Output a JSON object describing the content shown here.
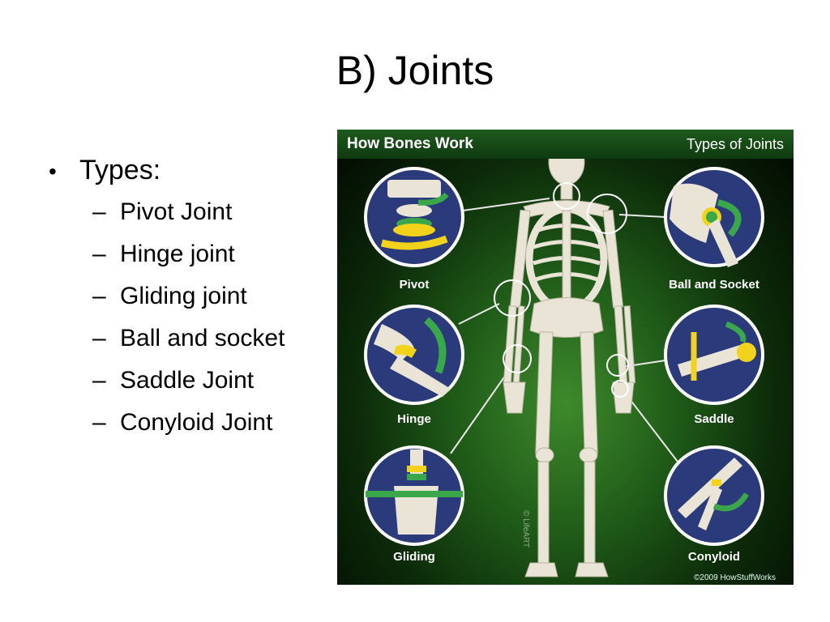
{
  "slide": {
    "title": "B) Joints",
    "bullet": "Types:",
    "sub_items": [
      "Pivot Joint",
      "Hinge joint",
      "Gliding joint",
      "Ball and socket",
      "Saddle Joint",
      "Conyloid Joint"
    ]
  },
  "figure": {
    "header_left": "How Bones Work",
    "header_right": "Types of Joints",
    "labels": {
      "pivot": "Pivot",
      "hinge": "Hinge",
      "gliding": "Gliding",
      "ball_socket": "Ball and Socket",
      "saddle": "Saddle",
      "conyloid": "Conyloid"
    },
    "credit": "©2009 HowStuffWorks",
    "vertical_credit": "© LifeART"
  },
  "colors": {
    "accent_green": "#3aa84a",
    "accent_yellow": "#f2d21a",
    "circle_fill": "#2a3a7a",
    "bone": "#e9e4d6"
  }
}
